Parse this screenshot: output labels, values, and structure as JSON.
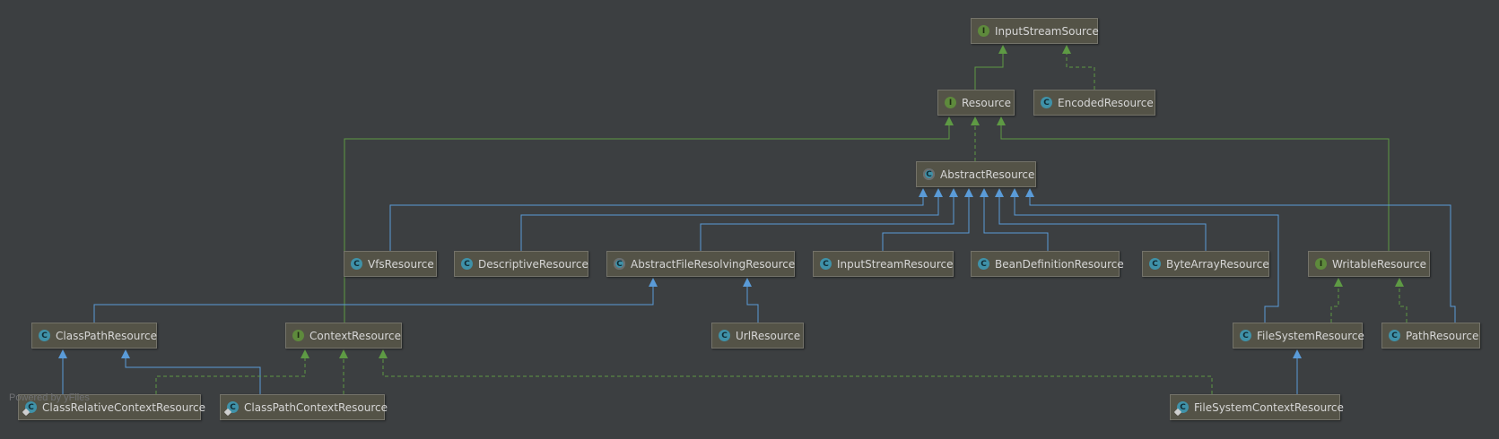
{
  "colors": {
    "background": "#3c3f41",
    "extends": "#5a9bd8",
    "implements": "#5e9a44",
    "node_fill": "#545347"
  },
  "nodes": {
    "InputStreamSource": {
      "label": "InputStreamSource",
      "kind": "interface",
      "icon": "interface-icon"
    },
    "Resource": {
      "label": "Resource",
      "kind": "interface",
      "icon": "interface-icon"
    },
    "EncodedResource": {
      "label": "EncodedResource",
      "kind": "class",
      "icon": "class-icon"
    },
    "AbstractResource": {
      "label": "AbstractResource",
      "kind": "abstract",
      "icon": "abstract-class-icon"
    },
    "VfsResource": {
      "label": "VfsResource",
      "kind": "class",
      "icon": "class-icon"
    },
    "DescriptiveResource": {
      "label": "DescriptiveResource",
      "kind": "class",
      "icon": "class-icon"
    },
    "AbstractFileResolvingResource": {
      "label": "AbstractFileResolvingResource",
      "kind": "abstract",
      "icon": "abstract-class-icon"
    },
    "InputStreamResource": {
      "label": "InputStreamResource",
      "kind": "class",
      "icon": "class-icon"
    },
    "BeanDefinitionResource": {
      "label": "BeanDefinitionResource",
      "kind": "class",
      "icon": "class-icon"
    },
    "ByteArrayResource": {
      "label": "ByteArrayResource",
      "kind": "class",
      "icon": "class-icon"
    },
    "WritableResource": {
      "label": "WritableResource",
      "kind": "interface",
      "icon": "interface-icon"
    },
    "ClassPathResource": {
      "label": "ClassPathResource",
      "kind": "class",
      "icon": "class-icon"
    },
    "ContextResource": {
      "label": "ContextResource",
      "kind": "interface",
      "icon": "interface-icon"
    },
    "UrlResource": {
      "label": "UrlResource",
      "kind": "class",
      "icon": "class-icon"
    },
    "FileSystemResource": {
      "label": "FileSystemResource",
      "kind": "class",
      "icon": "class-icon"
    },
    "PathResource": {
      "label": "PathResource",
      "kind": "class",
      "icon": "class-icon"
    },
    "ClassRelativeContextResource": {
      "label": "ClassRelativeContextResource",
      "kind": "inner-class",
      "icon": "inner-class-icon"
    },
    "ClassPathContextResource": {
      "label": "ClassPathContextResource",
      "kind": "inner-class",
      "icon": "inner-class-icon"
    },
    "FileSystemContextResource": {
      "label": "FileSystemContextResource",
      "kind": "inner-class",
      "icon": "inner-class-icon"
    }
  },
  "edges": [
    {
      "from": "Resource",
      "to": "InputStreamSource",
      "type": "extends-interface"
    },
    {
      "from": "EncodedResource",
      "to": "InputStreamSource",
      "type": "implements"
    },
    {
      "from": "AbstractResource",
      "to": "Resource",
      "type": "implements"
    },
    {
      "from": "ContextResource",
      "to": "Resource",
      "type": "extends-interface"
    },
    {
      "from": "WritableResource",
      "to": "Resource",
      "type": "extends-interface"
    },
    {
      "from": "VfsResource",
      "to": "AbstractResource",
      "type": "extends"
    },
    {
      "from": "DescriptiveResource",
      "to": "AbstractResource",
      "type": "extends"
    },
    {
      "from": "AbstractFileResolvingResource",
      "to": "AbstractResource",
      "type": "extends"
    },
    {
      "from": "InputStreamResource",
      "to": "AbstractResource",
      "type": "extends"
    },
    {
      "from": "BeanDefinitionResource",
      "to": "AbstractResource",
      "type": "extends"
    },
    {
      "from": "ByteArrayResource",
      "to": "AbstractResource",
      "type": "extends"
    },
    {
      "from": "FileSystemResource",
      "to": "AbstractResource",
      "type": "extends"
    },
    {
      "from": "PathResource",
      "to": "AbstractResource",
      "type": "extends"
    },
    {
      "from": "ClassPathResource",
      "to": "AbstractFileResolvingResource",
      "type": "extends"
    },
    {
      "from": "UrlResource",
      "to": "AbstractFileResolvingResource",
      "type": "extends"
    },
    {
      "from": "FileSystemResource",
      "to": "WritableResource",
      "type": "implements"
    },
    {
      "from": "PathResource",
      "to": "WritableResource",
      "type": "implements"
    },
    {
      "from": "ClassRelativeContextResource",
      "to": "ClassPathResource",
      "type": "extends"
    },
    {
      "from": "ClassPathContextResource",
      "to": "ClassPathResource",
      "type": "extends"
    },
    {
      "from": "ClassRelativeContextResource",
      "to": "ContextResource",
      "type": "implements"
    },
    {
      "from": "ClassPathContextResource",
      "to": "ContextResource",
      "type": "implements"
    },
    {
      "from": "FileSystemContextResource",
      "to": "ContextResource",
      "type": "implements"
    },
    {
      "from": "FileSystemContextResource",
      "to": "FileSystemResource",
      "type": "extends"
    }
  ],
  "footer": "Powered by yFiles"
}
